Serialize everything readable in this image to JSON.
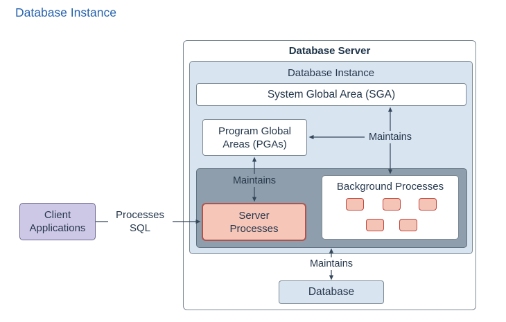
{
  "page": {
    "title": "Database Instance"
  },
  "diagram": {
    "database_server": {
      "title": "Database Server"
    },
    "database_instance": {
      "title": "Database Instance"
    },
    "sga": {
      "label": "System Global Area (SGA)"
    },
    "pga": {
      "label": "Program Global\nAreas (PGAs)"
    },
    "process_area": {
      "server_processes": {
        "label": "Server\nProcesses"
      },
      "background_processes": {
        "label": "Background Processes",
        "block_count": 5
      }
    },
    "database": {
      "label": "Database"
    },
    "client_applications": {
      "label": "Client\nApplications"
    },
    "connectors": {
      "maintains_sga_pga": "Maintains",
      "maintains_pga_server": "Maintains",
      "maintains_database": "Maintains",
      "processes_sql": "Processes\nSQL"
    }
  },
  "colors": {
    "title_blue": "#2763ae",
    "text_dark": "#25374b",
    "light_blue_fill": "#d9e4f1",
    "box_border_gray": "#7b8894",
    "process_area_fill": "#8f9eac",
    "process_area_border": "#60727f",
    "salmon_fill": "#f6c6b9",
    "salmon_border": "#ad544d",
    "block_border_red": "#c0463c",
    "lavender_fill": "#cec8e7",
    "lavender_border": "#6f6b94",
    "arrow_color": "#33465a"
  }
}
